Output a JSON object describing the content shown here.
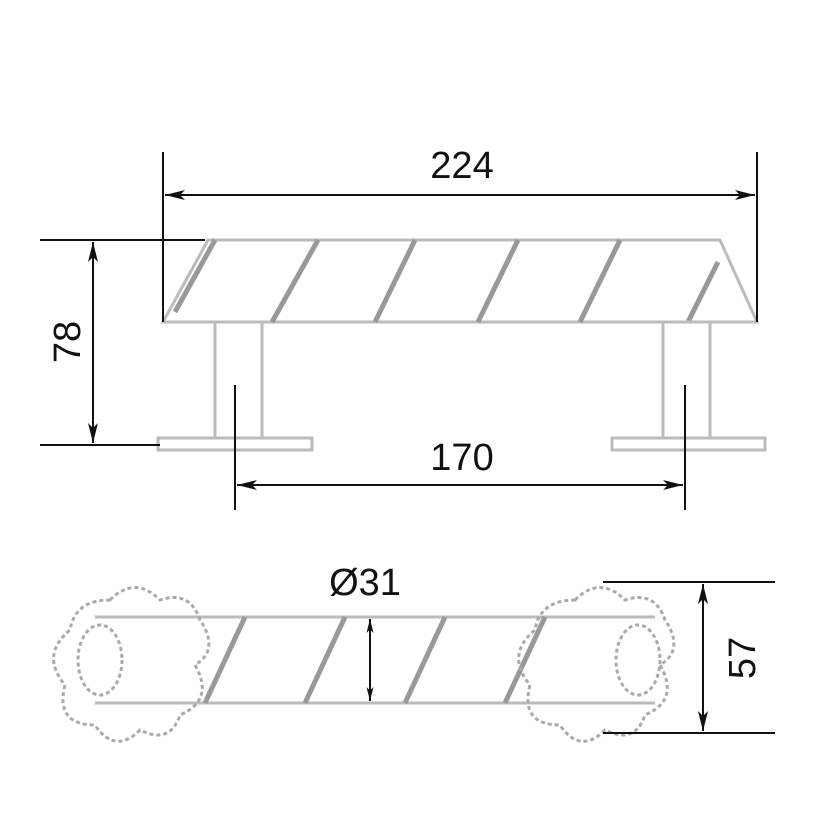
{
  "dimensions": {
    "overall_length": "224",
    "height": "78",
    "leg_spacing": "170",
    "tube_diameter": "Ø31",
    "plate_width": "57"
  },
  "colors": {
    "line": "#111111",
    "part": "#bbbbbb"
  }
}
